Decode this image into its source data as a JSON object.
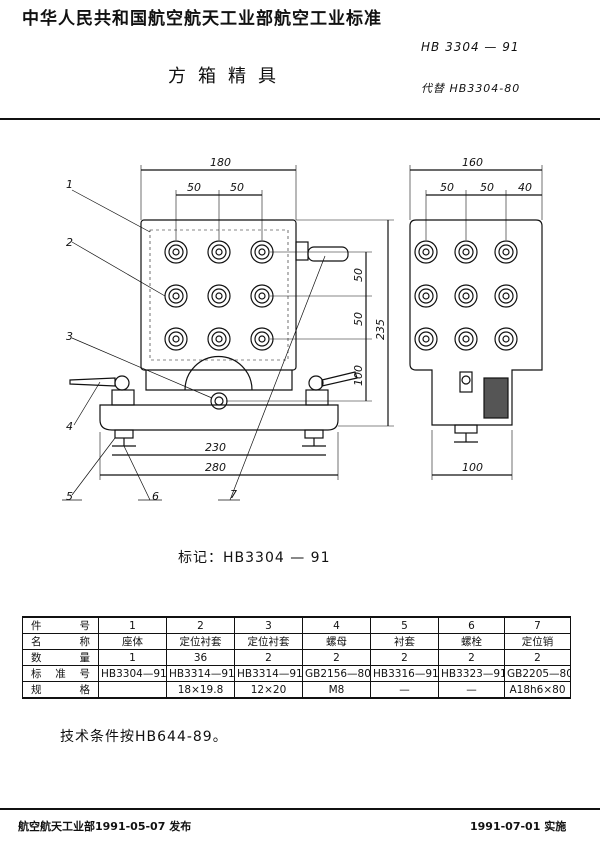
{
  "header": {
    "title": "中华人民共和国航空航天工业部航空工业标准",
    "std_code": "HB 3304 — 91",
    "name": "方箱精具",
    "replaces": "代替 HB3304-80"
  },
  "drawing": {
    "front_dims": {
      "width": "180",
      "pitch_1": "50",
      "pitch_2": "50",
      "vpitch_1": "50",
      "vpitch_2": "50",
      "height_100": "100",
      "height_total": "235",
      "base_inner": "230",
      "base_total": "280"
    },
    "side_dims": {
      "width": "160",
      "pitch_1": "50",
      "pitch_2": "50",
      "edge": "40",
      "base": "100"
    },
    "callouts": [
      "1",
      "2",
      "3",
      "4",
      "5",
      "6",
      "7"
    ]
  },
  "marking": "标记：HB3304 — 91",
  "parts_table": {
    "row_labels": [
      "件号",
      "名称",
      "数量",
      "标准号",
      "规格"
    ],
    "columns": [
      {
        "no": "1",
        "name": "座体",
        "qty": "1",
        "std": "HB3304—91",
        "spec": ""
      },
      {
        "no": "2",
        "name": "定位衬套",
        "qty": "36",
        "std": "HB3314—91",
        "spec": "18×19.8"
      },
      {
        "no": "3",
        "name": "定位衬套",
        "qty": "2",
        "std": "HB3314—91",
        "spec": "12×20"
      },
      {
        "no": "4",
        "name": "螺母",
        "qty": "2",
        "std": "GB2156—80",
        "spec": "M8"
      },
      {
        "no": "5",
        "name": "衬套",
        "qty": "2",
        "std": "HB3316—91",
        "spec": "—"
      },
      {
        "no": "6",
        "name": "螺栓",
        "qty": "2",
        "std": "HB3323—91",
        "spec": "—"
      },
      {
        "no": "7",
        "name": "定位销",
        "qty": "2",
        "std": "GB2205—80",
        "spec": "A18h6×80"
      }
    ]
  },
  "technical_note": "技术条件按HB644-89。",
  "footer": {
    "issued": "航空航天工业部1991-05-07 发布",
    "effective": "1991-07-01  实施"
  }
}
